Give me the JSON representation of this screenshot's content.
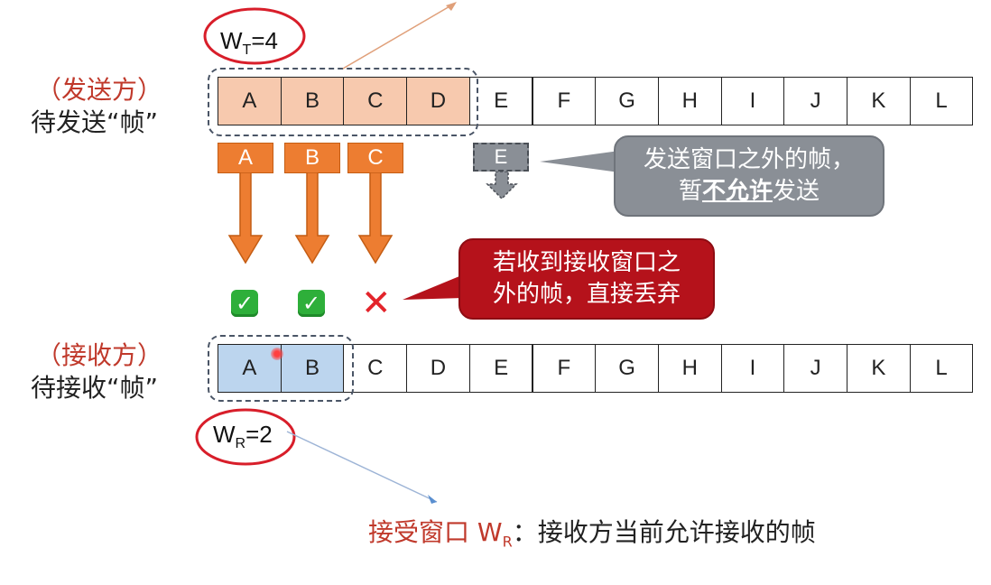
{
  "sender": {
    "role_label": "（发送方）",
    "desc_label": "待发送“帧”",
    "window_label": "W",
    "window_sub": "T",
    "window_eq": "=4",
    "frames": [
      "A",
      "B",
      "C",
      "D",
      "E",
      "F",
      "G",
      "H",
      "I",
      "J",
      "K",
      "L"
    ],
    "window_size": 4
  },
  "transfer": {
    "sent_frames": [
      "A",
      "B",
      "C"
    ],
    "pending_frame": "E",
    "accepted_marks": [
      "✓",
      "✓"
    ],
    "rejected_mark": "✕"
  },
  "callout_gray": {
    "line1": "发送窗口之外的帧，",
    "line2_a": "暂",
    "line2_b": "不允许",
    "line2_c": "发送"
  },
  "callout_red": {
    "line1": "若收到接收窗口之",
    "line2": "外的帧，直接丢弃"
  },
  "receiver": {
    "role_label": "（接收方）",
    "desc_label": "待接收“帧”",
    "window_label": "W",
    "window_sub": "R",
    "window_eq": "=2",
    "frames": [
      "A",
      "B",
      "C",
      "D",
      "E",
      "F",
      "G",
      "H",
      "I",
      "J",
      "K",
      "L"
    ],
    "window_size": 2
  },
  "footer": {
    "term": "接受窗口 W",
    "term_sub": "R",
    "definition": "：接收方当前允许接收的帧"
  },
  "colors": {
    "sender_window": "#f7c9ae",
    "receiver_window": "#bcd5ee",
    "arrow_orange": "#ed7d31",
    "callout_gray": "#8a8f96",
    "callout_red": "#b5121b",
    "annotation_red": "#d81e2a"
  }
}
